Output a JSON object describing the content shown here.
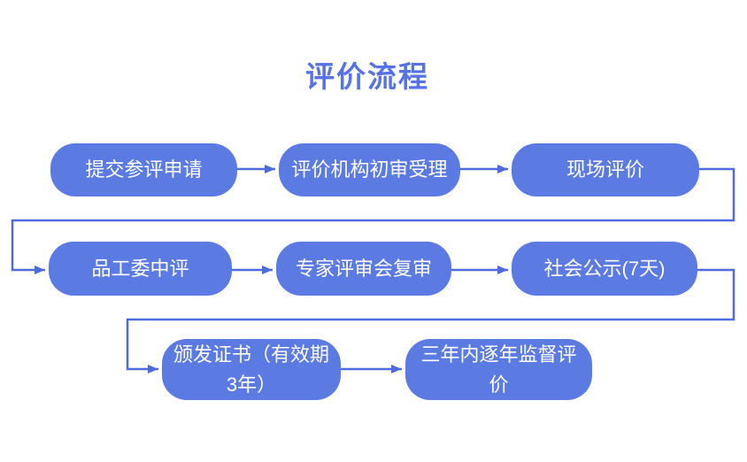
{
  "title": "评价流程",
  "colors": {
    "node_fill": "#5b7be3",
    "node_text": "#ffffff",
    "connector": "#4d6bde",
    "title_text": "#5672e6",
    "background": "#ffffff"
  },
  "flow": {
    "nodes": [
      {
        "id": "submit-application",
        "label": "提交参评申请"
      },
      {
        "id": "agency-initial-review",
        "label": "评价机构初审受理"
      },
      {
        "id": "onsite-evaluation",
        "label": "现场评价"
      },
      {
        "id": "committee-intermediate-review",
        "label": "品工委中评"
      },
      {
        "id": "expert-panel-review",
        "label": "专家评审会复审"
      },
      {
        "id": "public-announcement",
        "label": "社会公示(7天)"
      },
      {
        "id": "certificate-issuance",
        "label": "颁发证书（有效期3年）"
      },
      {
        "id": "annual-supervision",
        "label": "三年内逐年监督评价"
      }
    ],
    "edges": [
      "提交参评申请→评价机构初审受理",
      "评价机构初审受理→现场评价",
      "现场评价→品工委中评",
      "品工委中评→专家评审会复审",
      "专家评审会复审→社会公示(7天)",
      "社会公示(7天)→颁发证书（有效期3年）",
      "颁发证书（有效期3年）→三年内逐年监督评价"
    ]
  }
}
